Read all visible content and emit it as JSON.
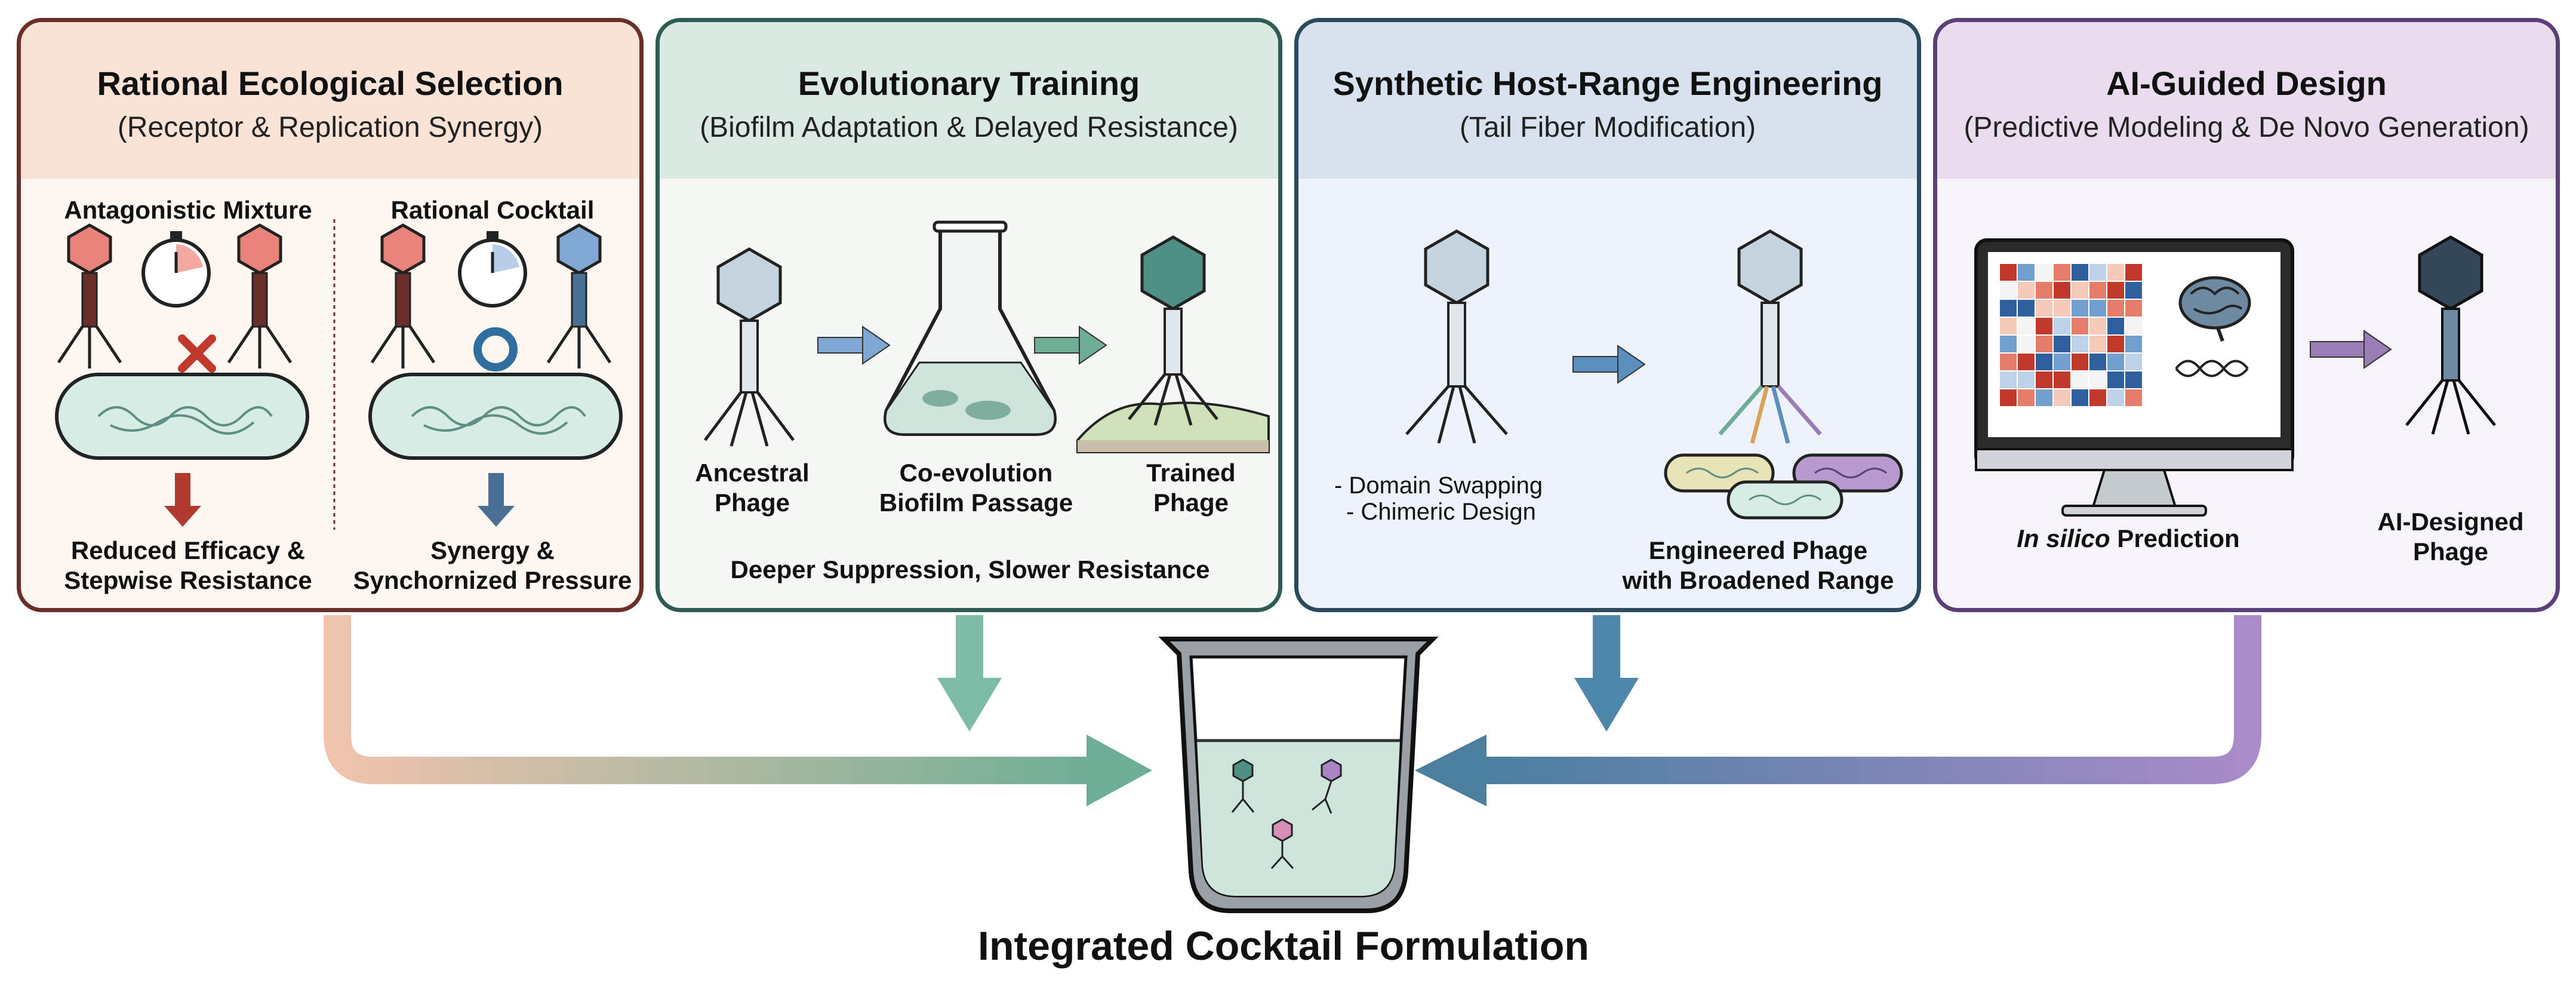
{
  "panels": [
    {
      "title": "Rational Ecological Selection",
      "subtitle": "(Receptor & Replication Synergy)",
      "left_heading": "Antagonistic Mixture",
      "right_heading": "Rational Cocktail",
      "left_outcome": [
        "Reduced Efficacy &",
        "Stepwise Resistance"
      ],
      "right_outcome": [
        "Synergy &",
        "Synchornized Pressure"
      ]
    },
    {
      "title": "Evolutionary Training",
      "subtitle": "(Biofilm Adaptation & Delayed Resistance)",
      "ancestral": [
        "Ancestral",
        "Phage"
      ],
      "passage": [
        "Co-evolution",
        "Biofilm Passage"
      ],
      "trained": [
        "Trained",
        "Phage"
      ],
      "outcome": "Deeper Suppression, Slower Resistance"
    },
    {
      "title": "Synthetic Host-Range Engineering",
      "subtitle": "(Tail Fiber Modification)",
      "bullet1": "- Domain Swapping",
      "bullet2": "- Chimeric Design",
      "engineered": [
        "Engineered Phage",
        "with Broadened Range"
      ]
    },
    {
      "title": "AI-Guided Design",
      "subtitle": "(Predictive Modeling & De Novo Generation)",
      "prediction_italic": "In silico",
      "prediction_rest": " Prediction",
      "designed": [
        "AI-Designed",
        "Phage"
      ]
    }
  ],
  "bottom_title": "Integrated Cocktail Formulation",
  "colors": {
    "red_phage": "#e8827a",
    "blue_phage": "#7ea7d4",
    "teal_phage": "#4f8f84",
    "grey_phage": "#c5d3df",
    "dark_phage": "#34465a",
    "purple_phage": "#a983c4",
    "arrow_red": "#b03a2e",
    "arrow_blue": "#4a6f94",
    "arrow_green": "#6fae96",
    "arrow_purple": "#9a7cb6",
    "bacterium": "#d6ece4"
  }
}
